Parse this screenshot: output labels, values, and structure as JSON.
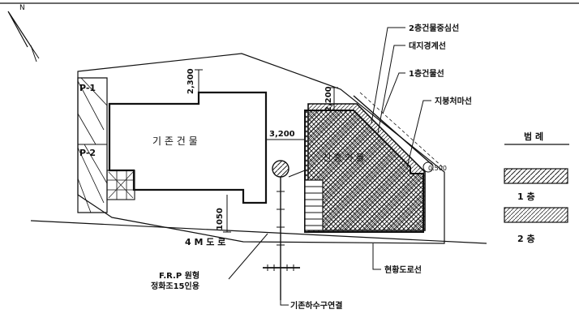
{
  "labels": {
    "p1": "P-1",
    "p2": "P-2",
    "existing_building": "기 존 건 물",
    "extension_building": "신 증 가 물",
    "road_4m": "4 M 도 로",
    "frp_line1": "F.R.P 원형",
    "frp_line2": "정화조15인용",
    "sewer_link": "기존하수구연결",
    "current_road_line": "현황도로선",
    "floor2_center_line": "2층건물중심선",
    "site_boundary_line": "대지경계선",
    "floor1_building_line": "1층건물선",
    "roof_eave_line": "지붕처마선"
  },
  "dimensions": {
    "d2300": "2,300",
    "d3200": "3,200",
    "d1050": "1050",
    "d2200": "2,200",
    "d0500": "0.500"
  },
  "legend": {
    "title": "범 례",
    "item1": "1 층",
    "item2": "2 층"
  }
}
